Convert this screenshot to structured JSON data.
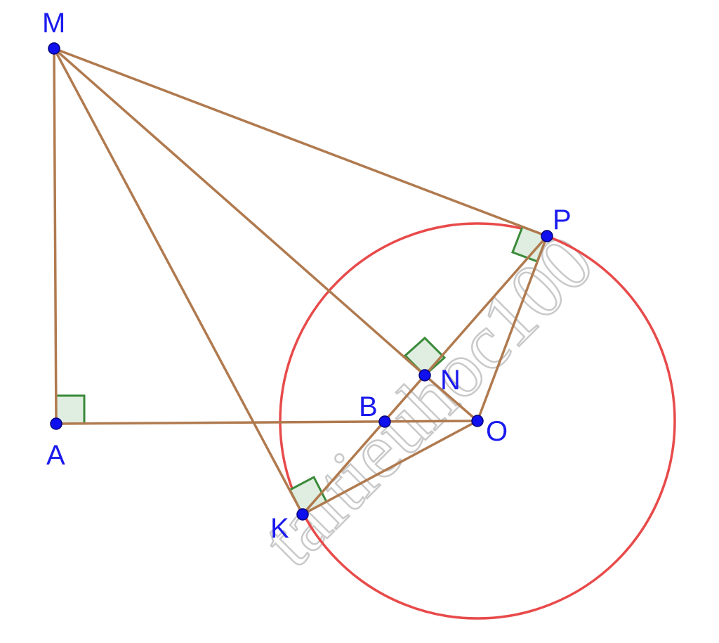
{
  "watermark": {
    "text": "taitieuhoc100"
  },
  "colors": {
    "segment": "#b07a4f",
    "circle": "#e84a4a",
    "right_angle_fill": "#dfeee0",
    "right_angle_stroke": "#3a8a3a",
    "point": "#1010ee",
    "label": "#1a1aee"
  },
  "points": {
    "M": {
      "label": "M"
    },
    "A": {
      "label": "A"
    },
    "B": {
      "label": "B"
    },
    "N": {
      "label": "N"
    },
    "O": {
      "label": "O"
    },
    "P": {
      "label": "P"
    },
    "K": {
      "label": "K"
    }
  },
  "segments": [
    [
      "M",
      "A"
    ],
    [
      "A",
      "O"
    ],
    [
      "M",
      "P"
    ],
    [
      "M",
      "K"
    ],
    [
      "M",
      "N"
    ],
    [
      "N",
      "O"
    ],
    [
      "P",
      "O"
    ],
    [
      "K",
      "O"
    ],
    [
      "K",
      "P"
    ]
  ],
  "right_angles": [
    "A",
    "P",
    "K",
    "N"
  ],
  "circle": {
    "center": "O",
    "through": "P"
  }
}
